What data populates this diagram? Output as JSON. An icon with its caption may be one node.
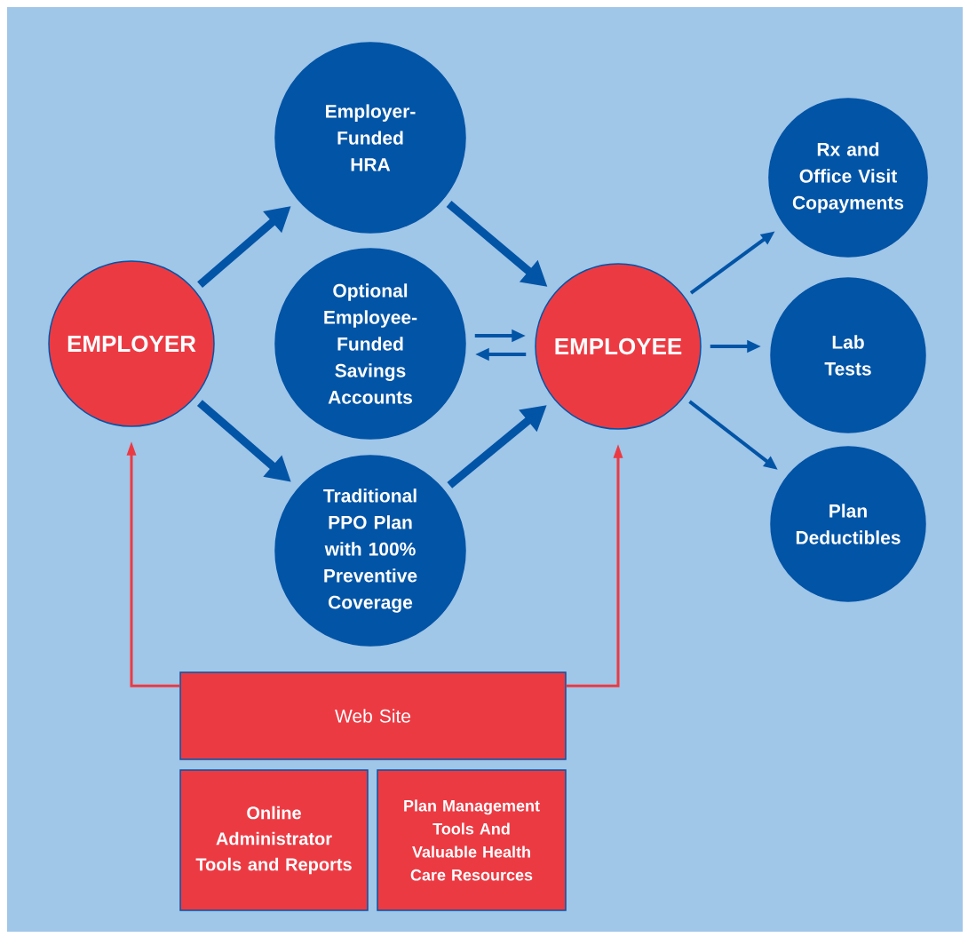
{
  "diagram": {
    "nodes": [
      {
        "text": [
          "EMPLOYER"
        ]
      },
      {
        "text": [
          "Employer-Funded HRA"
        ]
      },
      {
        "text": [
          "Optional Employee-Funded Savings Accounts"
        ]
      },
      {
        "text": [
          "Traditional PPO Plan with 100% Preventive Coverage"
        ]
      },
      {
        "text": [
          "EMPLOYEE"
        ]
      },
      {
        "text": [
          "Rx and Office Visit Copayments"
        ]
      },
      {
        "text": [
          "Lab Tests"
        ]
      },
      {
        "text": [
          "Plan Deductibles"
        ]
      },
      {
        "text": [
          "Web Site"
        ]
      },
      {
        "text": [
          "Online Administrator Tools and Reports"
        ]
      },
      {
        "text": [
          "Plan Management Tools And Valuable Health Care Resources"
        ]
      }
    ],
    "edges": [
      {
        "from": 0,
        "to": 1,
        "arrow": "to",
        "style": "thick"
      },
      {
        "from": 0,
        "to": 3,
        "arrow": "to",
        "style": "thick"
      },
      {
        "from": 1,
        "to": 4,
        "arrow": "to",
        "style": "thick"
      },
      {
        "from": 3,
        "to": 4,
        "arrow": "to",
        "style": "thick"
      },
      {
        "from": 2,
        "to": 4,
        "arrow": "to"
      },
      {
        "from": 4,
        "to": 2,
        "arrow": "to"
      },
      {
        "from": 4,
        "to": 5,
        "arrow": "to"
      },
      {
        "from": 4,
        "to": 6,
        "arrow": "to"
      },
      {
        "from": 4,
        "to": 7,
        "arrow": "to"
      },
      {
        "from": 8,
        "to": 0,
        "arrow": "to",
        "color": "#ec3a43"
      },
      {
        "from": 8,
        "to": 4,
        "arrow": "to",
        "color": "#ec3a43"
      }
    ]
  }
}
